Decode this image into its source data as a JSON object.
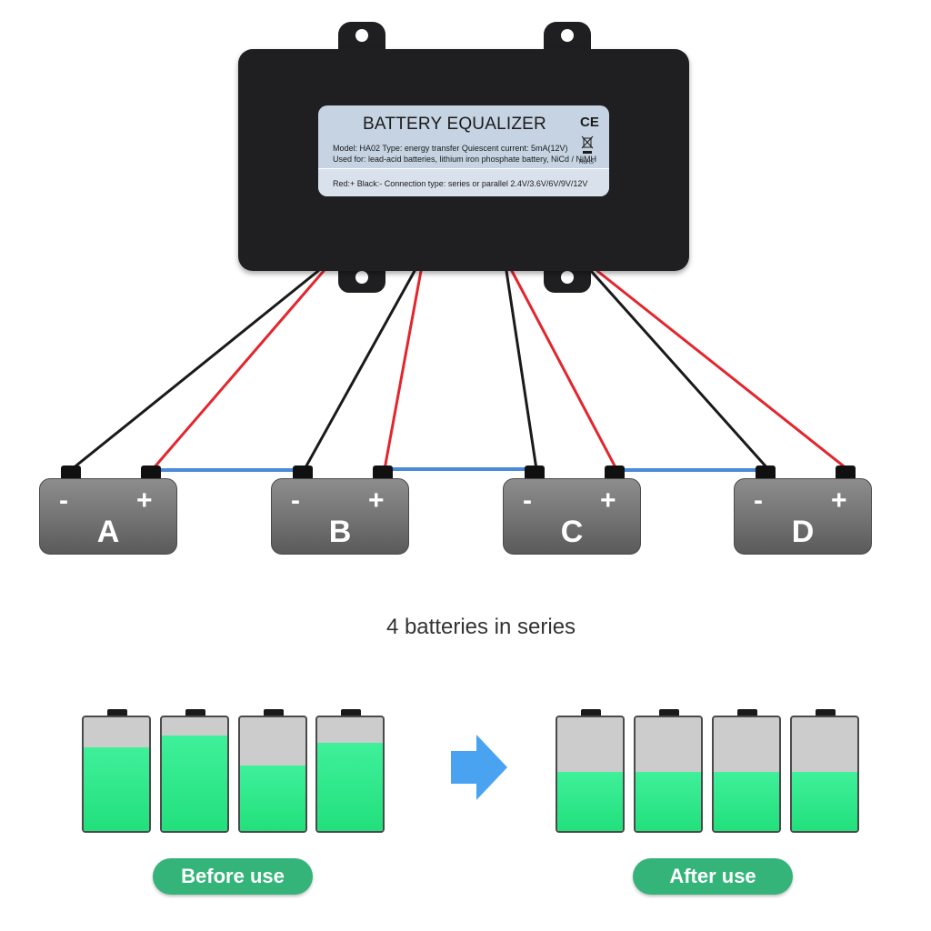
{
  "device": {
    "title": "BATTERY EQUALIZER",
    "line1": "Model: HA02   Type: energy transfer   Quiescent current: 5mA(12V)",
    "line2": "Used for: lead-acid batteries, lithium iron phosphate battery, NiCd / NiMH",
    "bottom_line": "Red:+ Black:-    Connection type: series or parallel  2.4V/3.6V/6V/9V/12V",
    "ce": "CE",
    "rohs": "RoHS"
  },
  "batteries": [
    {
      "letter": "A",
      "minus": "-",
      "plus": "+"
    },
    {
      "letter": "B",
      "minus": "-",
      "plus": "+"
    },
    {
      "letter": "C",
      "minus": "-",
      "plus": "+"
    },
    {
      "letter": "D",
      "minus": "-",
      "plus": "+"
    }
  ],
  "caption": "4 batteries in series",
  "before": {
    "label": "Before use",
    "levels": [
      0.74,
      0.84,
      0.58,
      0.78
    ]
  },
  "after": {
    "label": "After use",
    "levels": [
      0.52,
      0.52,
      0.52,
      0.52
    ]
  },
  "colors": {
    "red_wire": "#e3262d",
    "black_wire": "#1a1a1a",
    "series_link": "#4a8ad6",
    "fill_green": "#2be887",
    "pill_green": "#34b479",
    "arrow_blue": "#4aa3f0"
  }
}
